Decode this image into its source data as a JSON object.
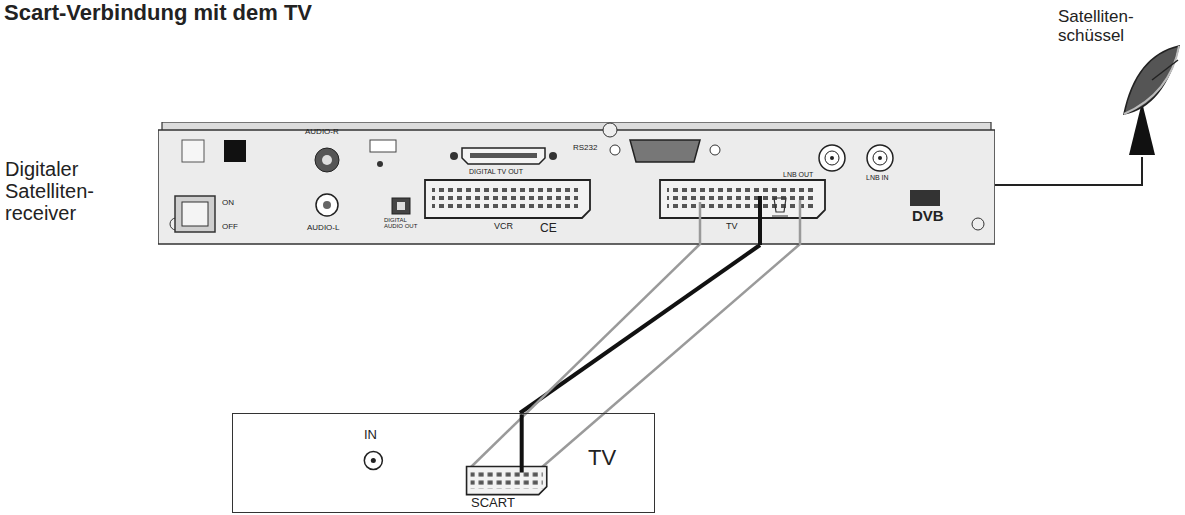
{
  "diagram": {
    "title": "Scart-Verbindung mit dem TV",
    "nodes": [
      {
        "text": [
          "Digitaler Satelliten- receiver"
        ]
      },
      {
        "text": [
          "Satelliten- schüssel"
        ]
      },
      {
        "text": [
          "TV"
        ]
      }
    ],
    "edges": [
      {
        "from": 1,
        "to": 0,
        "arrow": "none"
      },
      {
        "from": 0,
        "to": 2,
        "arrow": "none"
      }
    ],
    "labels": [
      "AUDIO-R",
      "ON",
      "OFF",
      "AUDIO-L",
      "DIGITAL AUDIO OUT",
      "DIGITAL TV OUT",
      "VCR",
      "CE",
      "RS232",
      "TV",
      "LNB OUT",
      "LNB IN",
      "DVB",
      "IN",
      "SCART"
    ]
  }
}
